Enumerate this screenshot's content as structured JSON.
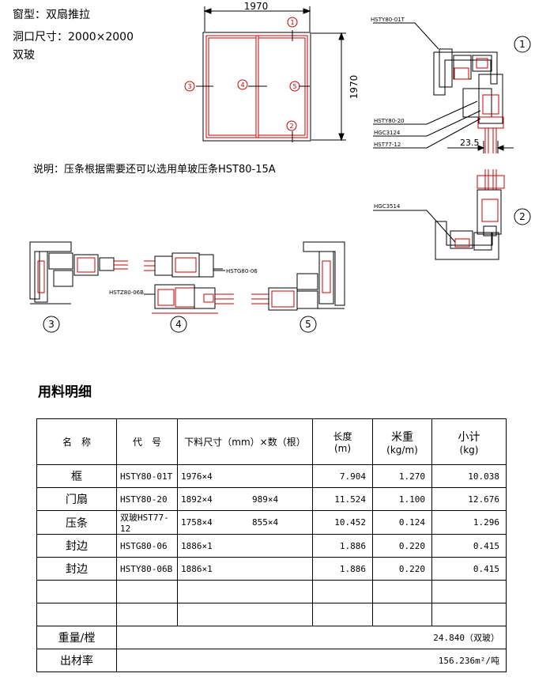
{
  "header": {
    "window_type": "窗型：双扇推拉",
    "opening_size": "洞口尺寸：2000×2000",
    "glass": "双玻"
  },
  "note": "说明：压条根据需要还可以选用单玻压条HST80-15A",
  "elevation": {
    "width_label": "1970",
    "height_label": "1970",
    "markers": [
      "1",
      "2",
      "3",
      "4",
      "5"
    ]
  },
  "vertical_section": {
    "labels": [
      "HSTY80-01T",
      "HSTY80-20",
      "HGC3124",
      "HST77-12",
      "HGC3514"
    ],
    "dimension": "23.5",
    "markers": [
      "1",
      "2"
    ]
  },
  "horizontal_section": {
    "labels": [
      "HSTG80-06",
      "HSTZ80-06B"
    ],
    "markers": [
      "3",
      "4",
      "5"
    ]
  },
  "materials": {
    "title": "用料明细",
    "headers": {
      "name": "名　称",
      "code": "代　号",
      "cut": "下料尺寸（mm）×数（根）",
      "length_top": "长度",
      "length_unit": "(m)",
      "weight_top": "米重",
      "weight_unit": "(kg/m)",
      "subtotal_top": "小计",
      "subtotal_unit": "(kg)"
    },
    "rows": [
      {
        "name": "框",
        "code": "HSTY80-01T",
        "cut1": "1976×4",
        "cut2": "",
        "length": "7.904",
        "weight": "1.270",
        "subtotal": "10.038"
      },
      {
        "name": "门扇",
        "code": "HSTY80-20",
        "cut1": "1892×4",
        "cut2": "989×4",
        "length": "11.524",
        "weight": "1.100",
        "subtotal": "12.676"
      },
      {
        "name": "压条",
        "code": "双玻HST77-12",
        "cut1": "1758×4",
        "cut2": "855×4",
        "length": "10.452",
        "weight": "0.124",
        "subtotal": "1.296"
      },
      {
        "name": "封边",
        "code": "HSTG80-06",
        "cut1": "1886×1",
        "cut2": "",
        "length": "1.886",
        "weight": "0.220",
        "subtotal": "0.415"
      },
      {
        "name": "封边",
        "code": "HSTY80-06B",
        "cut1": "1886×1",
        "cut2": "",
        "length": "1.886",
        "weight": "0.220",
        "subtotal": "0.415"
      },
      {
        "name": "",
        "code": "",
        "cut1": "",
        "cut2": "",
        "length": "",
        "weight": "",
        "subtotal": ""
      },
      {
        "name": "",
        "code": "",
        "cut1": "",
        "cut2": "",
        "length": "",
        "weight": "",
        "subtotal": ""
      }
    ],
    "total_label": "重量/樘",
    "total_value": "24.840（双玻）",
    "yield_label": "出材率",
    "yield_value": "156.236m²/吨"
  },
  "colors": {
    "line": "#000000",
    "accent": "#d00000"
  }
}
